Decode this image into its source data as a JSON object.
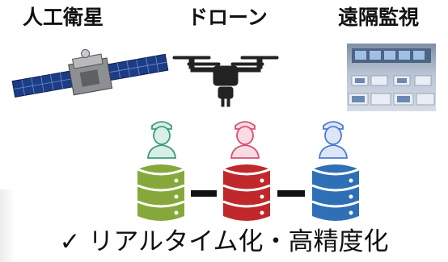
{
  "sources": [
    {
      "label": "人工衛星",
      "icon": "satellite-icon"
    },
    {
      "label": "ドローン",
      "icon": "drone-icon"
    },
    {
      "label": "遠隔監視",
      "icon": "control-room-photo"
    }
  ],
  "operators": [
    "operator-icon",
    "operator-icon",
    "operator-icon"
  ],
  "databases": [
    {
      "icon": "database-icon",
      "color": "#86a83a"
    },
    {
      "icon": "database-icon",
      "color": "#c0282b"
    },
    {
      "icon": "database-icon",
      "color": "#2f6fb5"
    }
  ],
  "operator_colors": [
    "#3c9c7e",
    "#d8506f",
    "#4a7bd0"
  ],
  "caption": "✓ リアルタイム化・高精度化"
}
